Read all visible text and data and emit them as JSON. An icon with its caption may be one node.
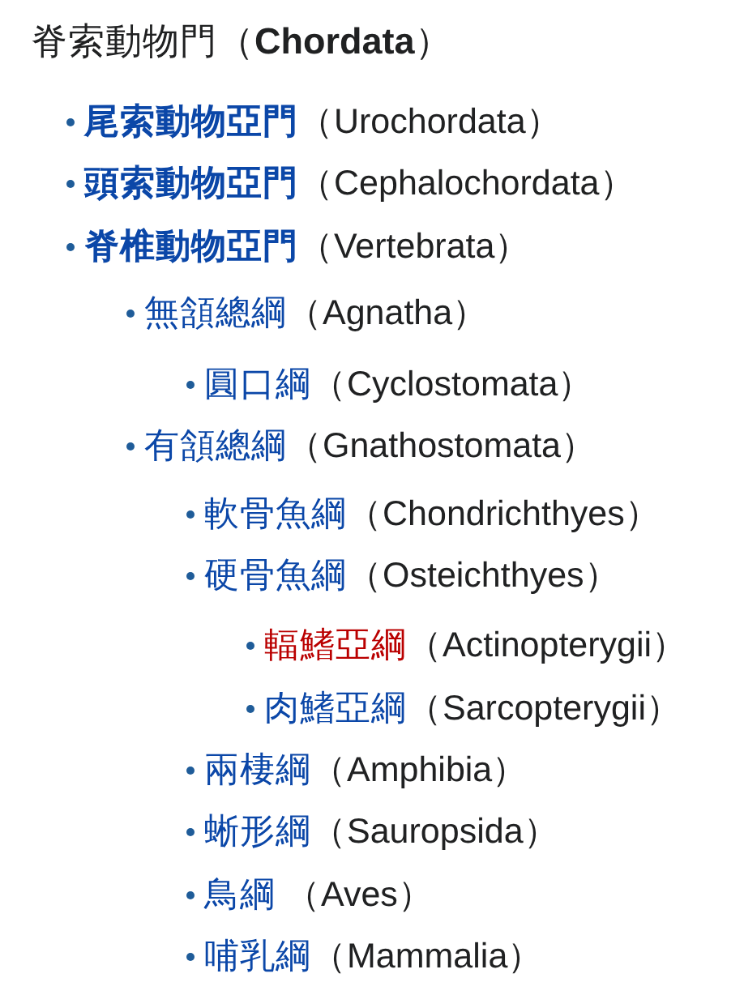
{
  "diagram": {
    "title": "脊索動物門（**Chordata**）",
    "labels": [
      "尾索動物亞門",
      "（Urochordata）",
      "頭索動物亞門",
      "（Cephalochordata）",
      "脊椎動物亞門",
      "（Vertebrata）",
      "無頷總綱",
      "（Agnatha）",
      "圓口綱",
      "（Cyclostomata）",
      "有頷總綱",
      "（Gnathostomata）",
      "軟骨魚綱",
      "（Chondrichthyes）",
      "硬骨魚綱",
      "（Osteichthyes）",
      "輻鰭亞綱",
      "（Actinopterygii）",
      "肉鰭亞綱",
      "（Sarcopterygii）",
      "兩棲綱",
      "（Amphibia）",
      "蜥形綱",
      "（Sauropsida）",
      "鳥綱",
      "（Aves）",
      "哺乳綱",
      "（Mammalia）"
    ]
  }
}
